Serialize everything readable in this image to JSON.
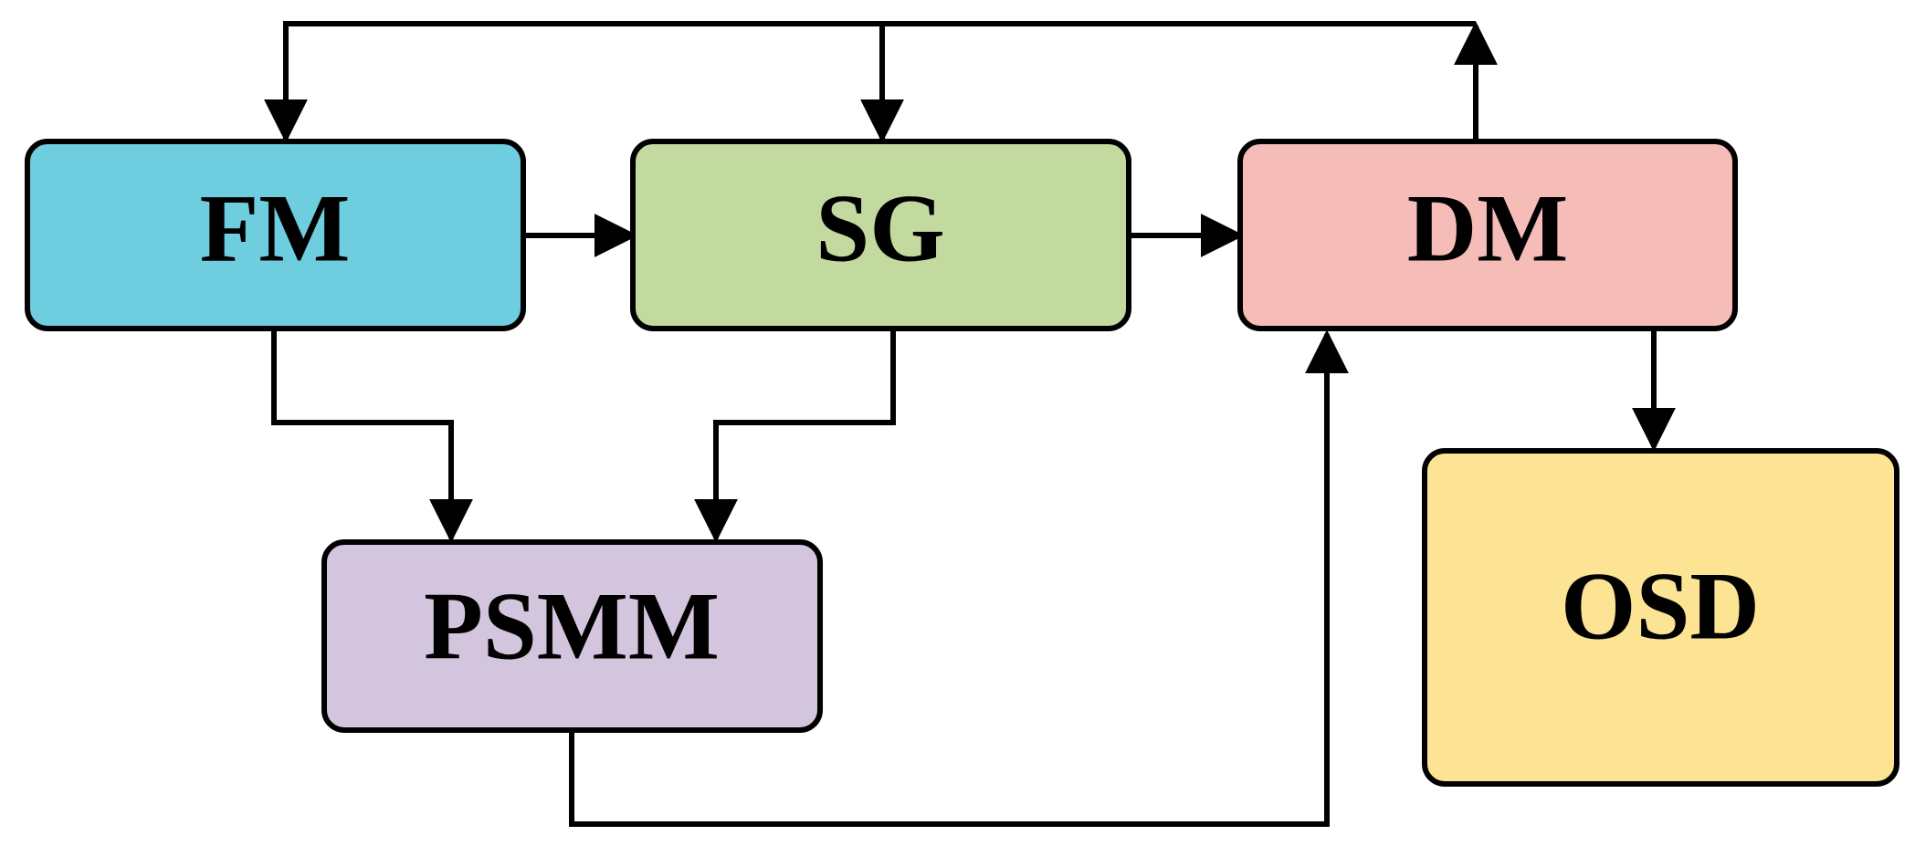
{
  "nodes": {
    "fm": {
      "label": "FM",
      "color": "#6ecddf"
    },
    "sg": {
      "label": "SG",
      "color": "#c2da9f"
    },
    "dm": {
      "label": "DM",
      "color": "#f5bcb8"
    },
    "psmm": {
      "label": "PSMM",
      "color": "#d4c5de"
    },
    "osd": {
      "label": "OSD",
      "color": "#fde495"
    }
  },
  "connections": [
    {
      "from": "FM",
      "to": "SG"
    },
    {
      "from": "SG",
      "to": "DM"
    },
    {
      "from": "DM",
      "to": "FM"
    },
    {
      "from": "DM",
      "to": "SG"
    },
    {
      "from": "FM",
      "to": "PSMM"
    },
    {
      "from": "SG",
      "to": "PSMM"
    },
    {
      "from": "PSMM",
      "to": "DM"
    },
    {
      "from": "DM",
      "to": "OSD"
    }
  ]
}
